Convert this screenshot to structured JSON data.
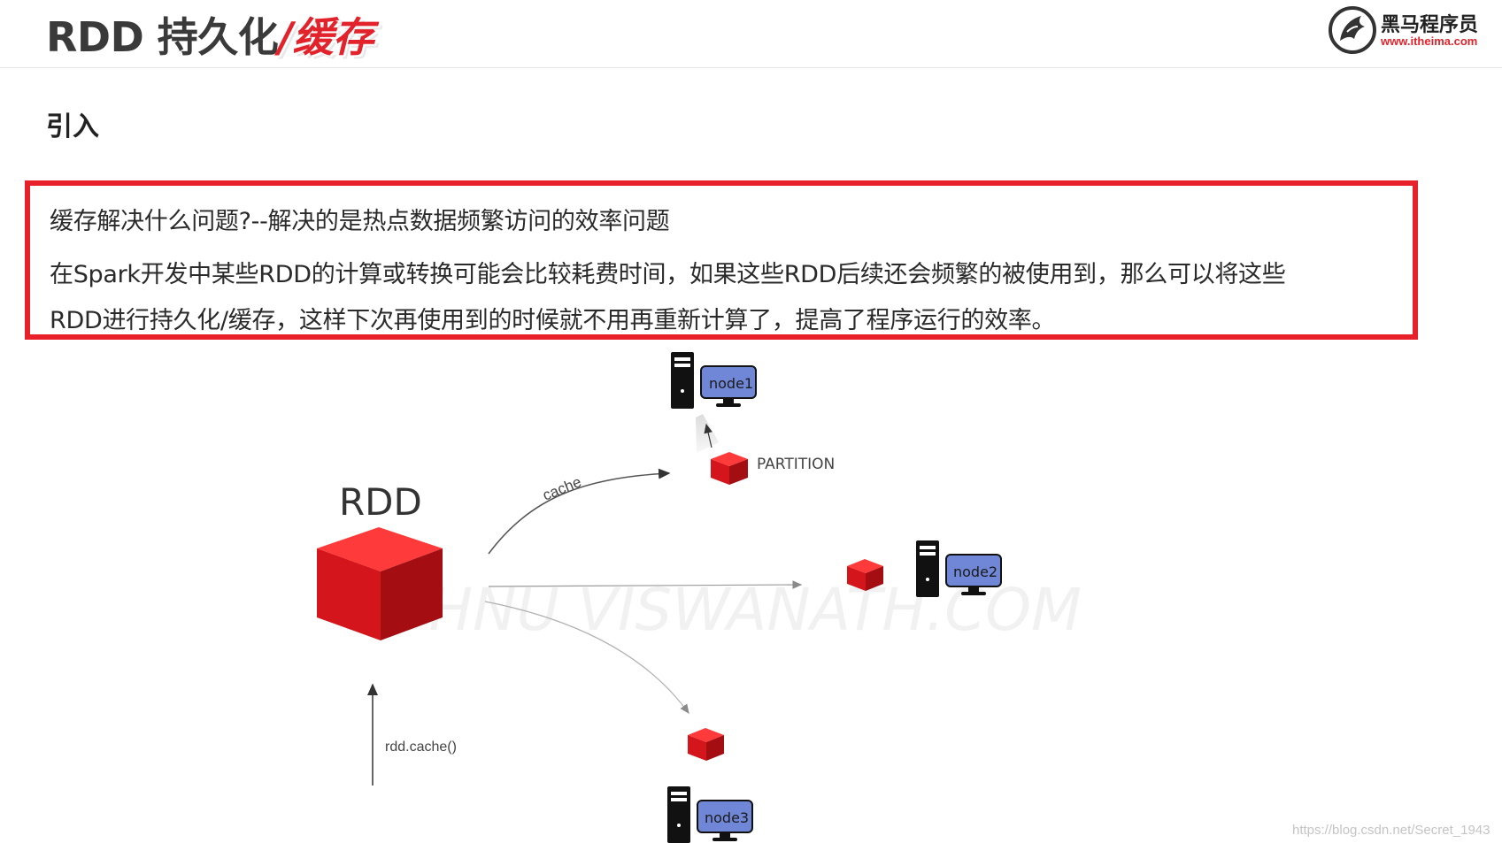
{
  "slide": {
    "title_main": "RDD 持久化",
    "title_accent": "/缓存",
    "logo_name": "黑马程序员",
    "logo_url": "www.itheima.com",
    "section_heading": "引入"
  },
  "callout": {
    "line1": "缓存解决什么问题?--解决的是热点数据频繁访问的效率问题",
    "line2": "在Spark开发中某些RDD的计算或转换可能会比较耗费时间，如果这些RDD后续还会频繁的被使用到，那么可以将这些",
    "line3": "RDD进行持久化/缓存，这样下次再使用到的时候就不用再重新计算了，提高了程序运行的效率。",
    "border_color": "#e8202a"
  },
  "diagram": {
    "rdd_label": "RDD",
    "partition_label": "PARTITION",
    "cache_label": "cache",
    "rdd_call_label": "rdd.cache()",
    "watermark_text": "VISHNU VISWANATH.COM",
    "nodes": [
      {
        "label": "node1"
      },
      {
        "label": "node2"
      },
      {
        "label": "node3"
      }
    ],
    "colors": {
      "cube_front": "#d4151c",
      "cube_top": "#ff3a3a",
      "cube_side": "#a40d12",
      "node_badge": "#6f87d6"
    }
  },
  "footer": {
    "source_watermark": "https://blog.csdn.net/Secret_1943"
  }
}
